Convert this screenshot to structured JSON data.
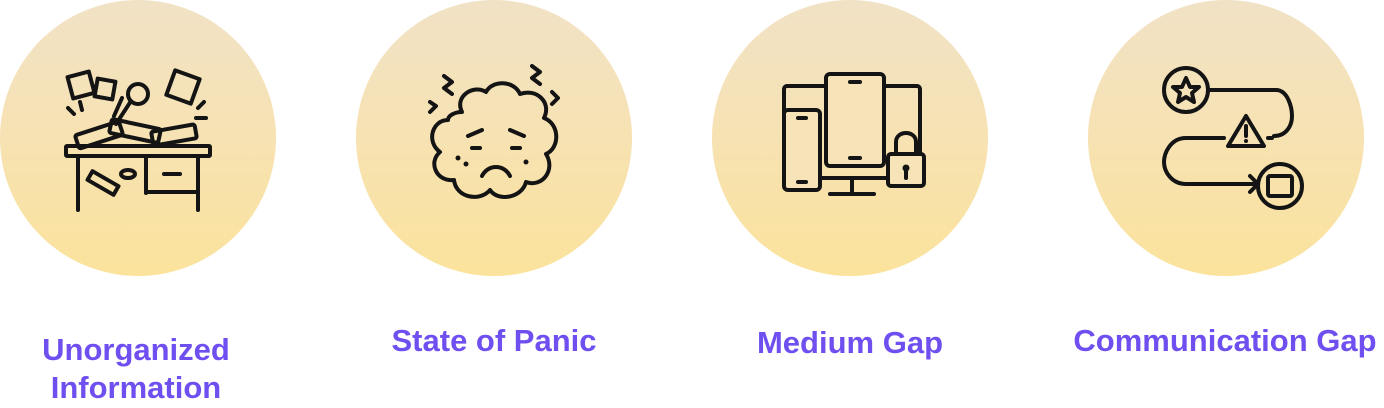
{
  "items": [
    {
      "label": "Unorganized\nInformation",
      "icon": "messy-desk-icon"
    },
    {
      "label": "State of Panic",
      "icon": "stressed-brain-icon"
    },
    {
      "label": "Medium Gap",
      "icon": "locked-devices-icon"
    },
    {
      "label": "Communication Gap",
      "icon": "broken-process-flow-icon"
    }
  ],
  "colors": {
    "label": "#6f4ff0",
    "circle_top": "#f1e2c6",
    "circle_bottom": "#fbe39c",
    "icon_stroke": "#141414"
  }
}
